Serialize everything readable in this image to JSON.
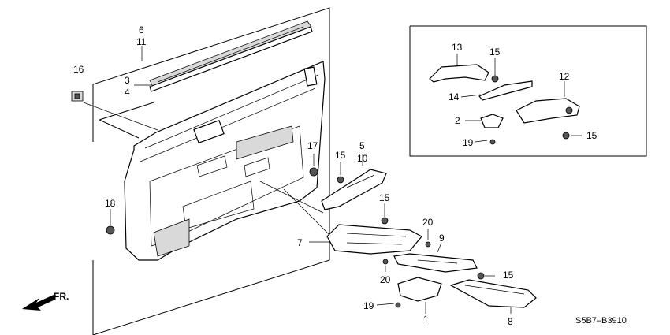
{
  "callouts": {
    "c6": "6",
    "c11": "11",
    "c16": "16",
    "c3": "3",
    "c4": "4",
    "c17": "17",
    "c18": "18",
    "c15a": "15",
    "c5": "5",
    "c10": "10",
    "c15b": "15",
    "c20a": "20",
    "c7": "7",
    "c9": "9",
    "c20b": "20",
    "c15c": "15",
    "c19a": "19",
    "c1": "1",
    "c8": "8",
    "c13": "13",
    "c15d": "15",
    "c12": "12",
    "c14": "14",
    "c2": "2",
    "c19b": "19",
    "c15e": "15"
  },
  "direction_label": "FR.",
  "diagram_code": "S5B7–B3910"
}
